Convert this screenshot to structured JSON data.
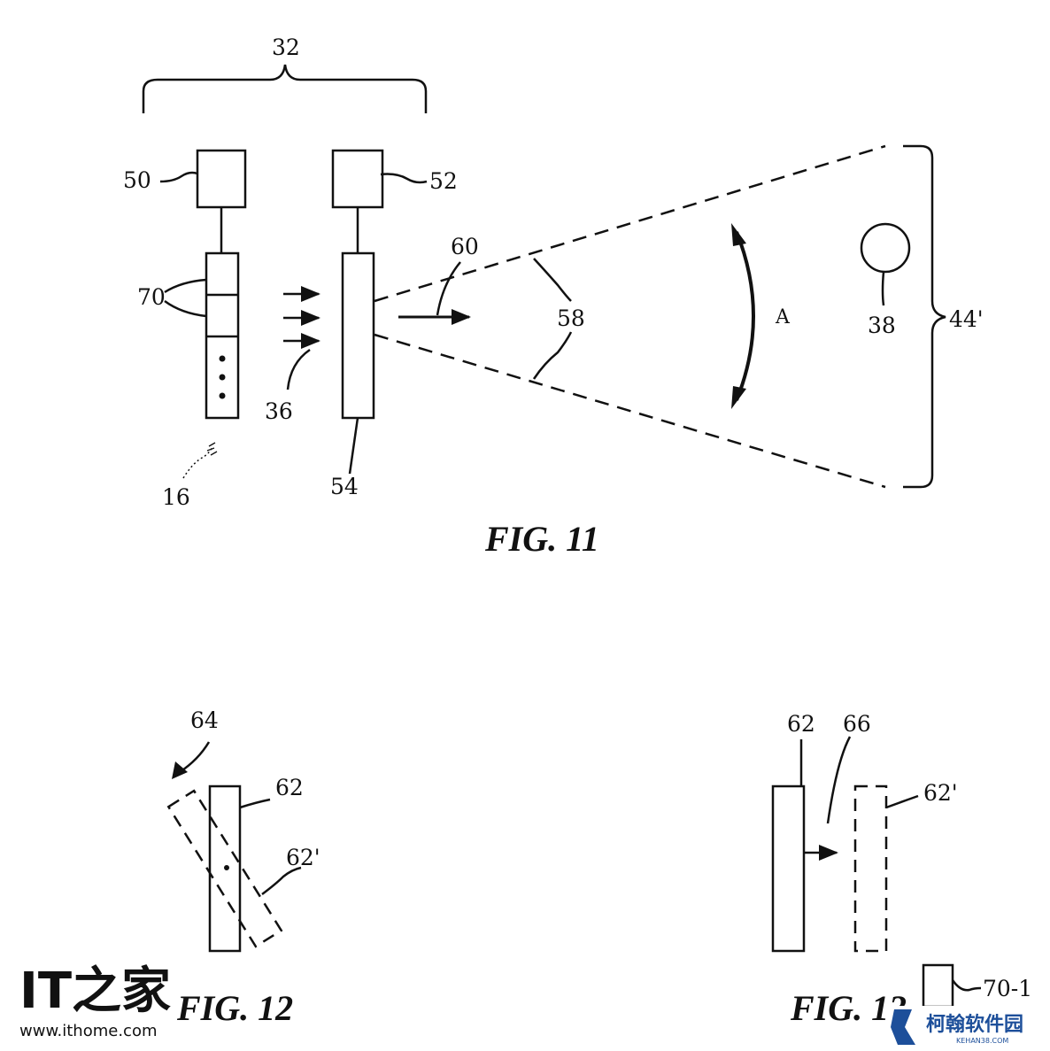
{
  "figures": {
    "fig11": {
      "caption": "FIG. 11",
      "labels": {
        "l32": "32",
        "l50": "50",
        "l52": "52",
        "l70": "70",
        "l60": "60",
        "l58": "58",
        "lA": "A",
        "l38": "38",
        "l44": "44'",
        "l36": "36",
        "l16": "16",
        "l54": "54"
      }
    },
    "fig12": {
      "caption": "FIG. 12",
      "labels": {
        "l64": "64",
        "l62": "62",
        "l62p": "62'"
      }
    },
    "fig13": {
      "caption": "FIG. 13",
      "labels": {
        "l62": "62",
        "l66": "66",
        "l62p": "62'",
        "l701": "70-1"
      }
    }
  },
  "watermarks": {
    "ithome": {
      "logo": "IT之家",
      "url": "www.ithome.com"
    },
    "kehan": {
      "name": "柯翰软件园",
      "url": "KEHAN38.COM"
    }
  }
}
